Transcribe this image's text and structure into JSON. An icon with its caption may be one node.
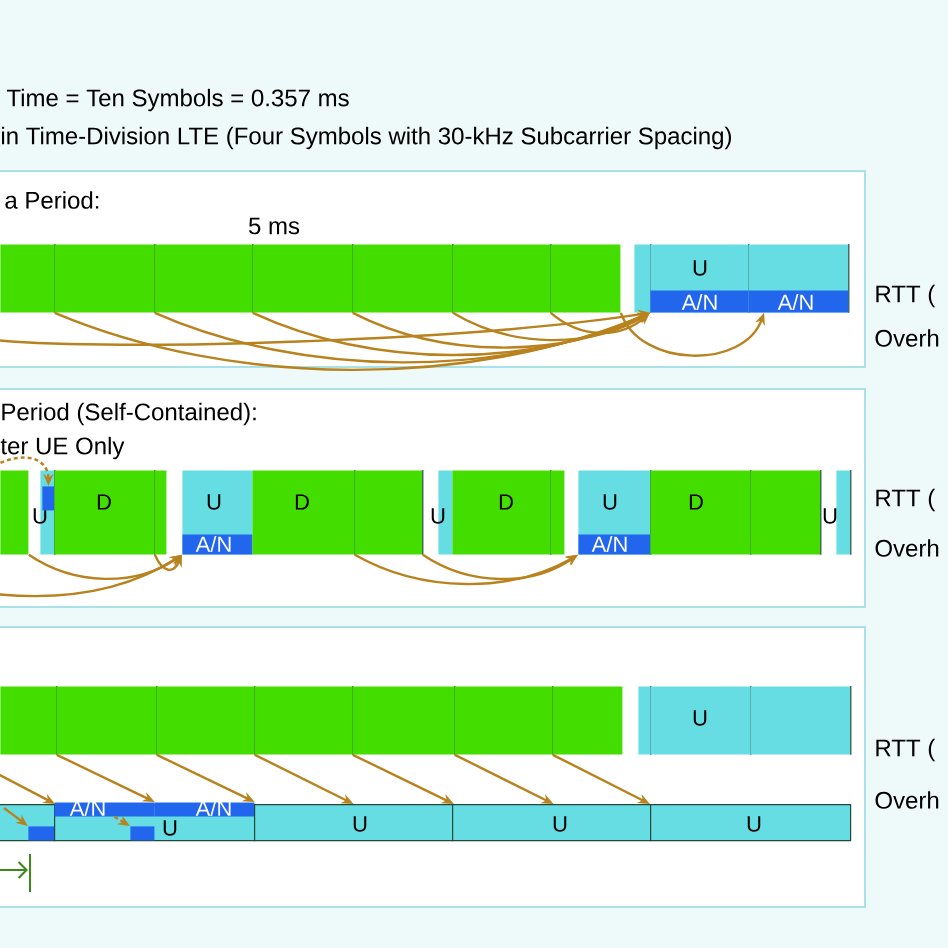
{
  "diagram": {
    "nodes": [
      {
        "text": [
          "a Period:"
        ]
      },
      {
        "text": [],
        "shape": "box",
        "in": 0
      },
      {
        "text": [],
        "shape": "box",
        "in": 0
      },
      {
        "text": [],
        "shape": "box",
        "in": 0
      },
      {
        "text": [],
        "shape": "box",
        "in": 0
      },
      {
        "text": [],
        "shape": "box",
        "in": 0
      },
      {
        "text": [],
        "shape": "box",
        "in": 0
      },
      {
        "text": [],
        "shape": "box",
        "in": 0
      },
      {
        "text": [],
        "shape": "box",
        "in": 0
      },
      {
        "text": [
          "U"
        ],
        "in": 0
      },
      {
        "text": [
          "A/N"
        ],
        "in": 9
      },
      {
        "text": [],
        "shape": "box",
        "in": 0
      },
      {
        "text": [
          "A/N"
        ],
        "in": 11
      },
      {
        "text": [
          "Period (Self-Contained):",
          "ter UE Only"
        ]
      },
      {
        "text": [],
        "shape": "box",
        "in": 13
      },
      {
        "text": [
          "U"
        ],
        "in": 13
      },
      {
        "text": [],
        "shape": "box",
        "in": 15
      },
      {
        "text": [
          "D"
        ],
        "in": 13
      },
      {
        "text": [],
        "shape": "box",
        "in": 13
      },
      {
        "text": [
          "U"
        ],
        "in": 13
      },
      {
        "text": [
          "A/N"
        ],
        "in": 19
      },
      {
        "text": [
          "D"
        ],
        "in": 13
      },
      {
        "text": [],
        "shape": "box",
        "in": 13
      },
      {
        "text": [
          "U"
        ],
        "in": 13
      },
      {
        "text": [
          "D"
        ],
        "in": 13
      },
      {
        "text": [],
        "shape": "box",
        "in": 13
      },
      {
        "text": [
          "U"
        ],
        "in": 13
      },
      {
        "text": [
          "A/N"
        ],
        "in": 26
      },
      {
        "text": [
          "D"
        ],
        "in": 13
      },
      {
        "text": [],
        "shape": "box",
        "in": 13
      },
      {
        "text": [
          "U"
        ],
        "in": 13
      },
      {
        "text": [],
        "shape": "box"
      },
      {
        "text": [],
        "shape": "box",
        "in": 31
      },
      {
        "text": [],
        "shape": "box",
        "in": 31
      },
      {
        "text": [],
        "shape": "box",
        "in": 31
      },
      {
        "text": [],
        "shape": "box",
        "in": 31
      },
      {
        "text": [],
        "shape": "box",
        "in": 31
      },
      {
        "text": [],
        "shape": "box",
        "in": 31
      },
      {
        "text": [],
        "shape": "box",
        "in": 31
      },
      {
        "text": [],
        "shape": "box",
        "in": 31
      },
      {
        "text": [
          "U"
        ],
        "in": 31
      },
      {
        "text": [],
        "shape": "box",
        "in": 31
      },
      {
        "text": [],
        "shape": "box",
        "in": 31
      },
      {
        "text": [],
        "shape": "box",
        "in": 42
      },
      {
        "text": [
          "U"
        ],
        "in": 31
      },
      {
        "text": [
          "A/N"
        ],
        "in": 44
      },
      {
        "text": [
          "A/N"
        ],
        "in": 44
      },
      {
        "text": [],
        "shape": "box",
        "in": 44
      },
      {
        "text": [
          "U"
        ],
        "in": 31
      },
      {
        "text": [
          "U"
        ],
        "in": 31
      },
      {
        "text": [
          "U"
        ],
        "in": 31
      }
    ],
    "edges": [
      {
        "from": null,
        "to": 10,
        "arrow": "to"
      },
      {
        "from": 1,
        "to": 10,
        "arrow": "to"
      },
      {
        "from": 2,
        "to": 10,
        "arrow": "to"
      },
      {
        "from": 3,
        "to": 10,
        "arrow": "to"
      },
      {
        "from": 4,
        "to": 10,
        "arrow": "to"
      },
      {
        "from": 5,
        "to": 10,
        "arrow": "to"
      },
      {
        "from": 6,
        "to": 10,
        "arrow": "to"
      },
      {
        "from": 7,
        "to": 12,
        "arrow": "to"
      },
      {
        "from": null,
        "to": 16,
        "arrow": "to",
        "style": "dashed"
      },
      {
        "from": null,
        "to": 20,
        "arrow": "to"
      },
      {
        "from": 14,
        "to": 20,
        "arrow": "to"
      },
      {
        "from": 17,
        "to": 20,
        "arrow": "to"
      },
      {
        "from": 21,
        "to": 27,
        "arrow": "to"
      },
      {
        "from": 22,
        "to": 27,
        "arrow": "to"
      },
      {
        "from": null,
        "to": 42,
        "arrow": "to"
      },
      {
        "from": 32,
        "to": 45,
        "arrow": "to"
      },
      {
        "from": 33,
        "to": 46,
        "arrow": "to"
      },
      {
        "from": 34,
        "to": 48,
        "arrow": "to"
      },
      {
        "from": 35,
        "to": 49,
        "arrow": "to"
      },
      {
        "from": 36,
        "to": 49,
        "arrow": "to"
      },
      {
        "from": 37,
        "to": 50,
        "arrow": "to"
      },
      {
        "from": null,
        "to": 43,
        "arrow": "to"
      },
      {
        "from": 45,
        "to": 47,
        "arrow": "to",
        "style": "dashed"
      }
    ],
    "labels": [
      "Time = Ten Symbols = 0.357 ms",
      "in Time-Division LTE (Four Symbols with 30-kHz Subcarrier Spacing)",
      "5 ms",
      "RTT (",
      "Overh",
      "RTT (",
      "Overh",
      "RTT (",
      "Overh"
    ]
  }
}
